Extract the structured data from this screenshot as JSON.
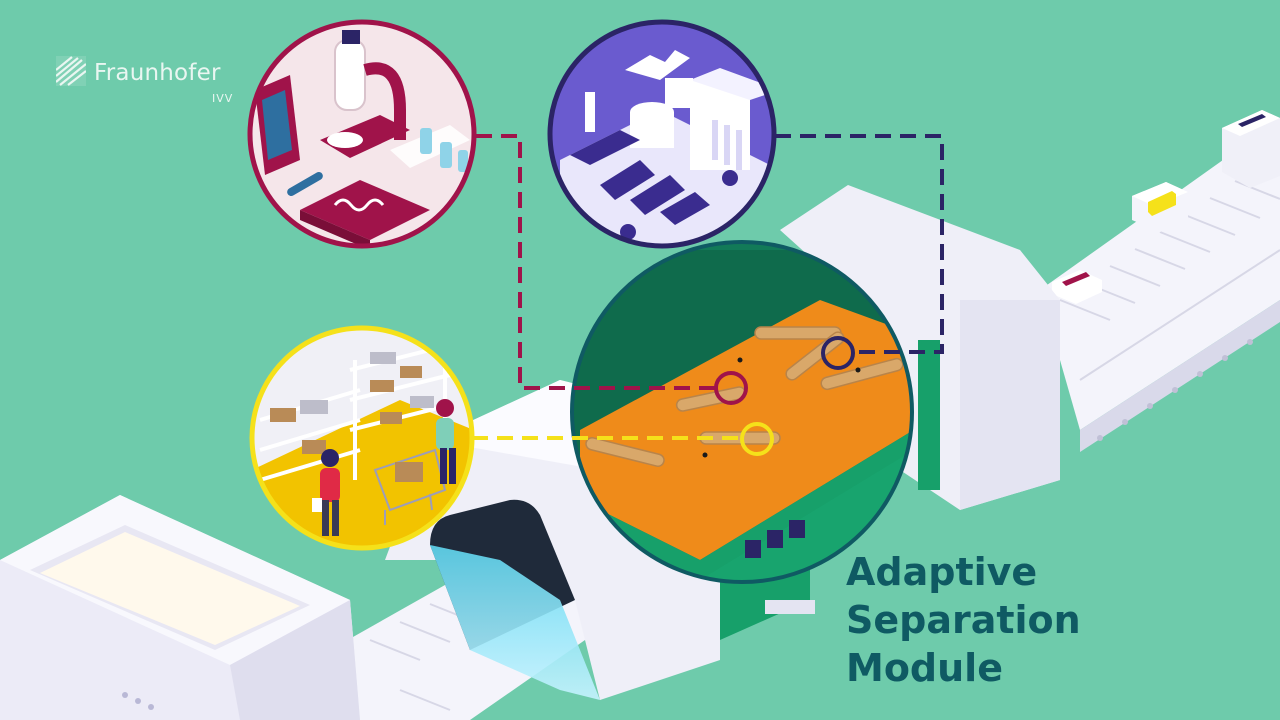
{
  "brand": {
    "name": "Fraunhofer",
    "division": "IVV"
  },
  "caption": {
    "line1": "Adaptive",
    "line2": "Separation",
    "line3": "Module"
  },
  "colors": {
    "background": "#6ecbab",
    "caption": "#0f5a63",
    "magenta": "#a0134a",
    "navy": "#2b2466",
    "yellow": "#f5e11a",
    "conveyor_orange": "#ef8b1a",
    "machine_green": "#17a06a"
  },
  "icons": {
    "pharma": "microscope-lab-icon",
    "industry": "factory-icon",
    "retail": "shop-shelf-icon"
  }
}
